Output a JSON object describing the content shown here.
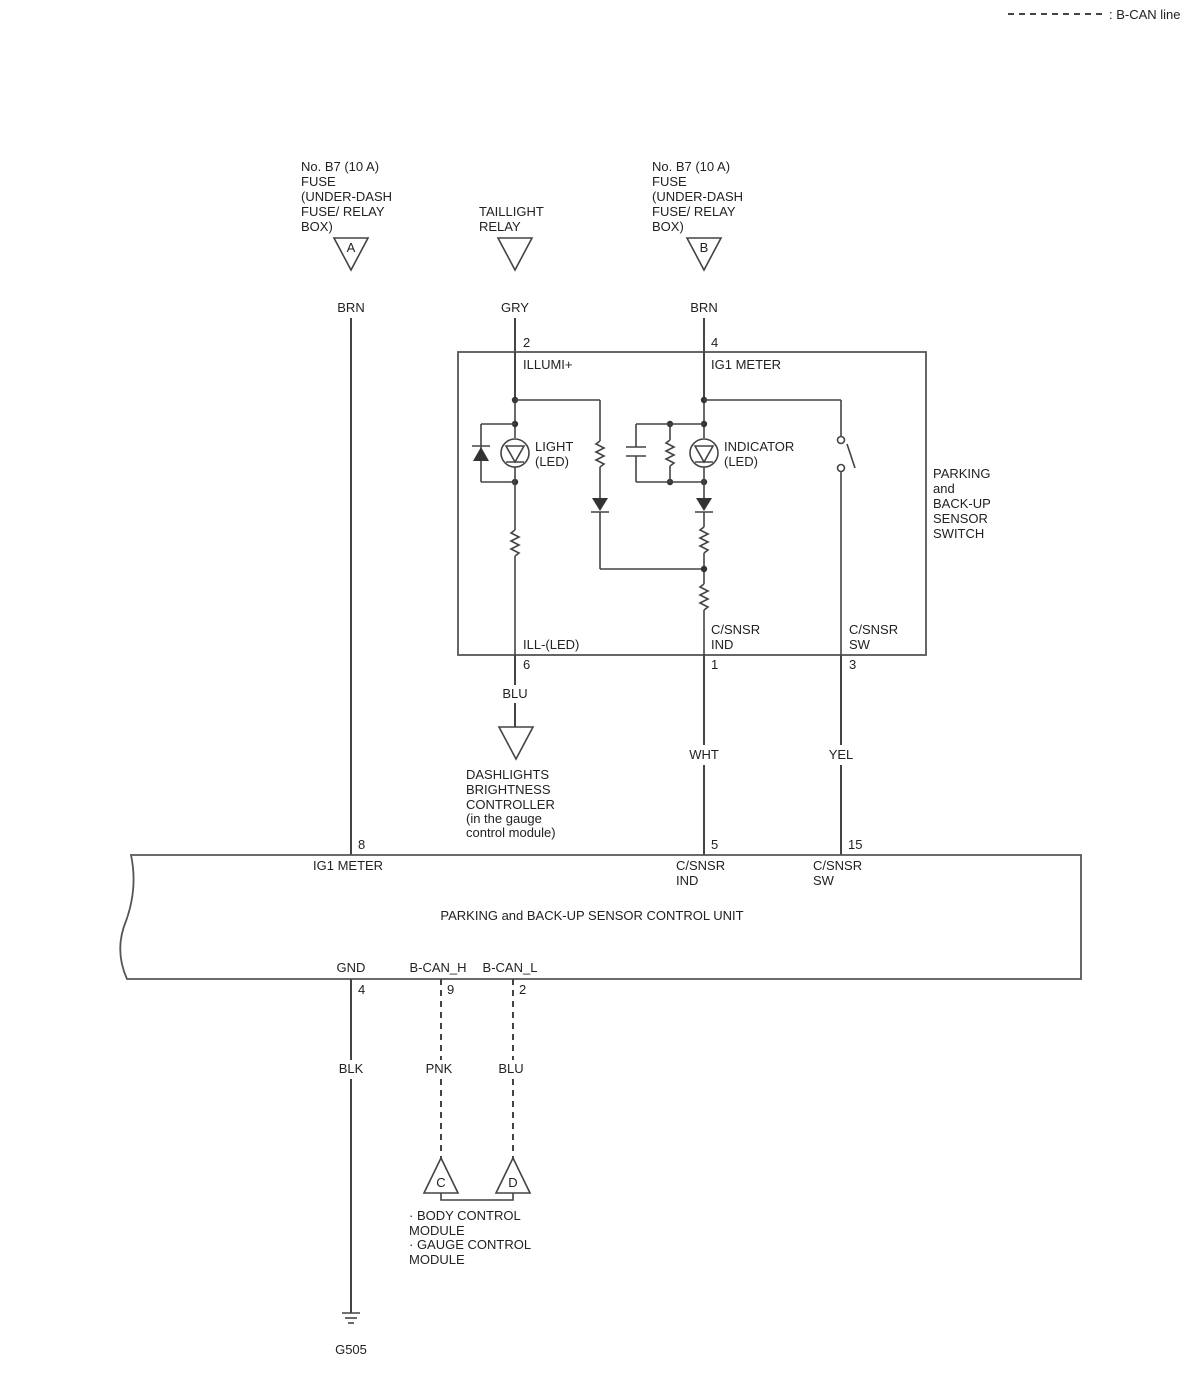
{
  "legend": {
    "text": ": B-CAN line"
  },
  "sources": {
    "fuse_a": {
      "lines": [
        "No. B7 (10 A)",
        "FUSE",
        "(UNDER-DASH",
        "FUSE/ RELAY",
        "BOX)"
      ],
      "letter": "A",
      "wire": "BRN"
    },
    "taillight": {
      "lines": [
        "TAILLIGHT",
        "RELAY"
      ],
      "wire": "GRY"
    },
    "fuse_b": {
      "lines": [
        "No. B7 (10 A)",
        "FUSE",
        "(UNDER-DASH",
        "FUSE/ RELAY",
        "BOX)"
      ],
      "letter": "B",
      "wire": "BRN"
    }
  },
  "switch": {
    "name_lines": [
      "PARKING",
      "and",
      "BACK-UP",
      "SENSOR",
      "SWITCH"
    ],
    "pins": {
      "illumi": {
        "num": "2",
        "name": "ILLUMI+"
      },
      "ig1": {
        "num": "4",
        "name": "IG1 METER"
      },
      "ill_led": {
        "num": "6",
        "name": "ILL-(LED)"
      },
      "ind": {
        "num": "1",
        "name_lines": [
          "C/SNSR",
          "IND"
        ]
      },
      "sw": {
        "num": "3",
        "name_lines": [
          "C/SNSR",
          "SW"
        ]
      }
    },
    "light_lines": [
      "LIGHT",
      "(LED)"
    ],
    "indicator_lines": [
      "INDICATOR",
      "(LED)"
    ]
  },
  "mid_wires": {
    "blu": "BLU",
    "wht": "WHT",
    "yel": "YEL"
  },
  "dashlights_lines": [
    "DASHLIGHTS",
    "BRIGHTNESS",
    "CONTROLLER",
    "(in the gauge",
    "control module)"
  ],
  "control_unit": {
    "title": "PARKING and BACK-UP SENSOR CONTROL UNIT",
    "top_pins": {
      "ig1": {
        "num": "8",
        "name": "IG1 METER"
      },
      "ind": {
        "num": "5",
        "name_lines": [
          "C/SNSR",
          "IND"
        ]
      },
      "sw": {
        "num": "15",
        "name_lines": [
          "C/SNSR",
          "SW"
        ]
      }
    },
    "bottom_pins": {
      "gnd": {
        "num": "4",
        "name": "GND",
        "wire": "BLK"
      },
      "canh": {
        "num": "9",
        "name": "B-CAN_H",
        "wire": "PNK"
      },
      "canl": {
        "num": "2",
        "name": "B-CAN_L",
        "wire": "BLU"
      }
    }
  },
  "can_targets": {
    "c": "C",
    "d": "D",
    "lines": [
      "· BODY CONTROL",
      "MODULE",
      "· GAUGE CONTROL",
      "MODULE"
    ]
  },
  "ground": "G505"
}
